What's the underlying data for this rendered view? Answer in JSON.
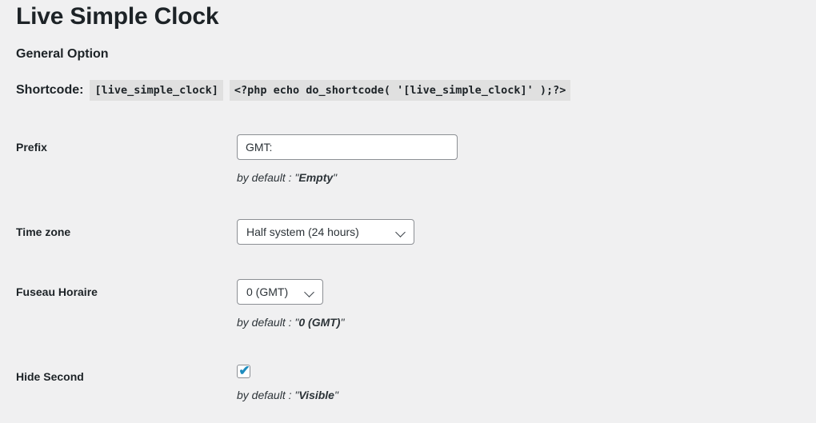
{
  "page": {
    "title": "Live Simple Clock",
    "section_title": "General Option"
  },
  "shortcode": {
    "label": "Shortcode:",
    "chips": [
      "[live_simple_clock]",
      "<?php echo do_shortcode( '[live_simple_clock]' );?>"
    ]
  },
  "fields": {
    "prefix": {
      "label": "Prefix",
      "value": "GMT:",
      "placeholder": "",
      "helper_prefix": "by default : \"",
      "helper_value": "Empty",
      "helper_suffix": "\""
    },
    "time_zone": {
      "label": "Time zone",
      "selected": "Half system (24 hours)",
      "chevron_icon": "chevron-down-icon"
    },
    "fuseau_horaire": {
      "label": "Fuseau Horaire",
      "selected": "0 (GMT)",
      "chevron_icon": "chevron-down-icon",
      "helper_prefix": "by default : \"",
      "helper_value": "0 (GMT)",
      "helper_suffix": "\""
    },
    "hide_second": {
      "label": "Hide Second",
      "checked": true,
      "check_glyph": "✔",
      "helper_prefix": "by default : \"",
      "helper_value": "Visible",
      "helper_suffix": "\""
    }
  },
  "colors": {
    "page_background": "#f0f0f1",
    "text": "#1d2327",
    "code_chip_background": "#e0e0e0",
    "input_border": "#8c8f94",
    "checkbox_accent": "#1e8cbe"
  }
}
